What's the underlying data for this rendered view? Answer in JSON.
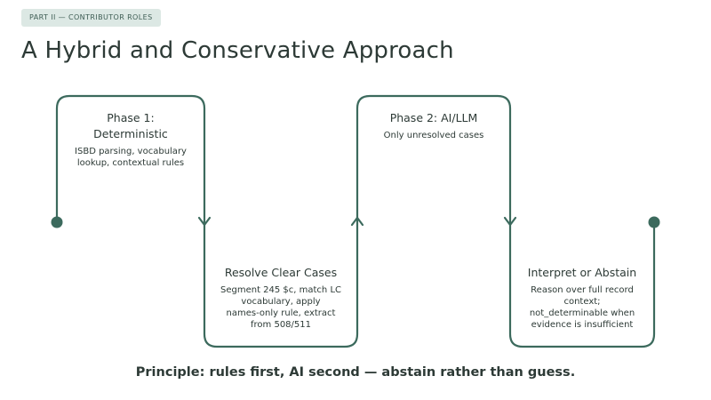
{
  "badge": "PART II — CONTRIBUTOR ROLES",
  "title": "A Hybrid and Conservative Approach",
  "steps": [
    {
      "heading": "Phase 1:\nDeterministic",
      "body": "ISBD parsing, vocabulary\nlookup, contextual rules"
    },
    {
      "heading": "Resolve Clear Cases",
      "body": "Segment 245 $c, match LC\nvocabulary, apply\nnames-only rule, extract\nfrom 508/511"
    },
    {
      "heading": "Phase 2: AI/LLM",
      "body": "Only unresolved cases"
    },
    {
      "heading": "Interpret or Abstain",
      "body": "Reason over full record\ncontext;\nnot_determinable when\nevidence is insufficient"
    }
  ],
  "principle": "Principle: rules first, AI second — abstain rather than guess.",
  "colors": {
    "line": "#3c6a5d",
    "text": "#2d3a36",
    "badge_bg": "#dce8e4"
  }
}
